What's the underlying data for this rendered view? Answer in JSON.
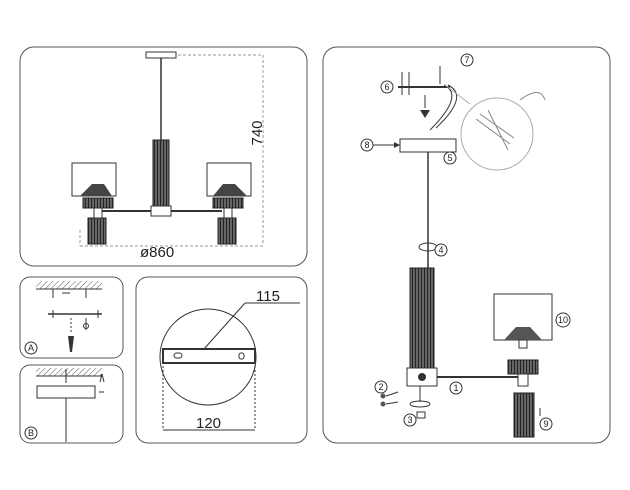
{
  "panel_main": {
    "height_dim": "740",
    "diameter_dim": "ø860"
  },
  "panel_a": {
    "badge": "A"
  },
  "panel_b": {
    "badge": "B"
  },
  "panel_plate": {
    "depth_dim": "115",
    "width_dim": "120"
  },
  "panel_assembly": {
    "steps": [
      "1",
      "2",
      "3",
      "4",
      "5",
      "6",
      "7",
      "8",
      "9",
      "10"
    ]
  },
  "colors": {
    "line": "#333333",
    "border": "#555555",
    "dim_dash": "#999999"
  }
}
